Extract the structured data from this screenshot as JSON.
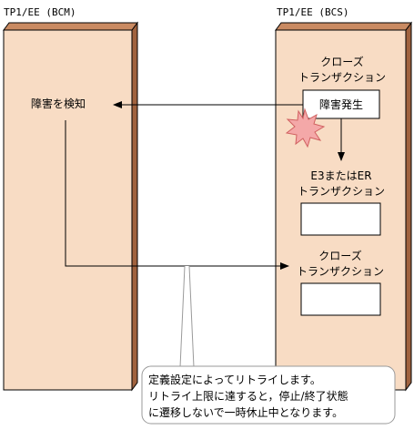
{
  "left_system": {
    "title": "TP1/EE (BCM)",
    "detect_label": "障害を検知"
  },
  "right_system": {
    "title": "TP1/EE (BCS)",
    "closing_tx_1": [
      "クローズ",
      "トランザクション"
    ],
    "failure_label": "障害発生",
    "er_tx": [
      "E3またはER",
      "トランザクション"
    ],
    "closing_tx_2": [
      "クローズ",
      "トランザクション"
    ]
  },
  "callout": {
    "lines": [
      "定義設定によってリトライします。",
      "リトライ上限に達すると，停止/終了状態",
      "に遷移しないで一時休止中となります。"
    ]
  },
  "colors": {
    "panel_fill": "#f8dcc4",
    "panel_side": "#a0623e",
    "failure_burst": "#f4a8a8"
  }
}
